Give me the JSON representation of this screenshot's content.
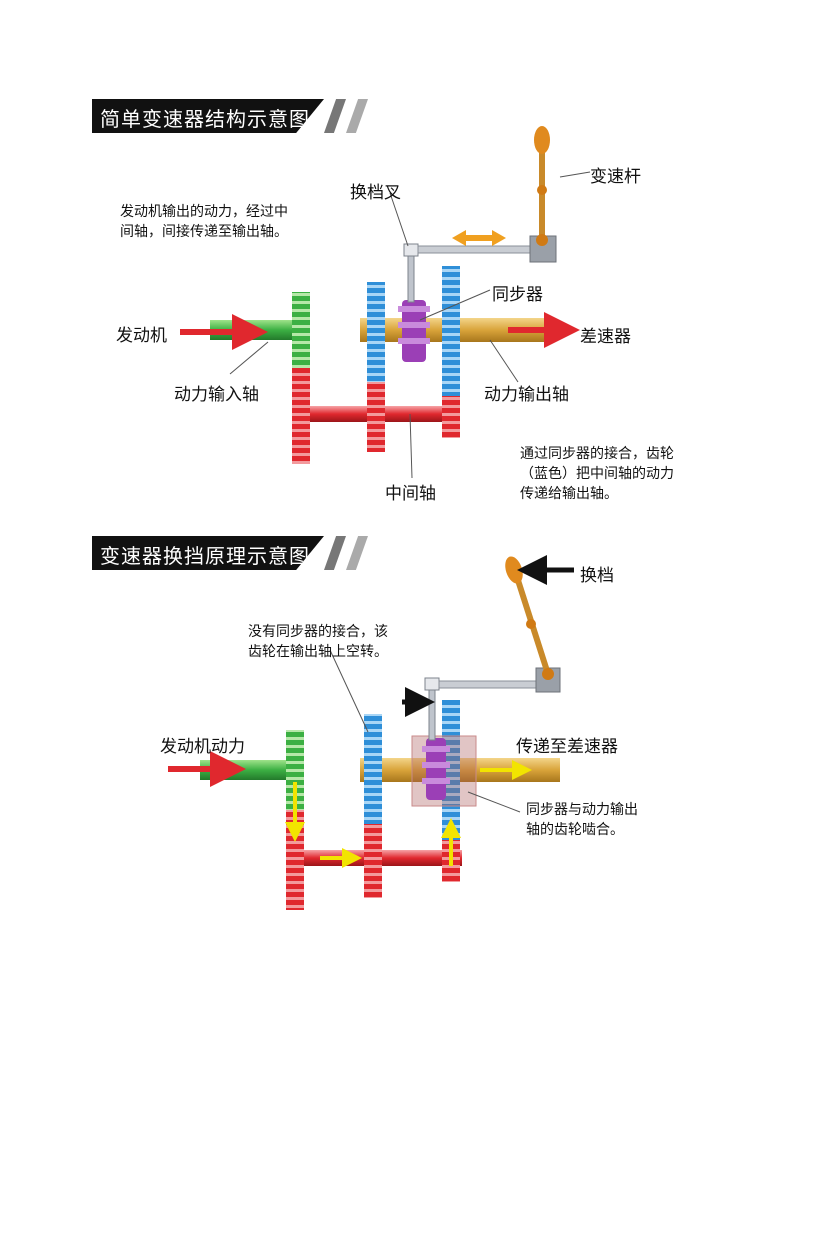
{
  "section1": {
    "title": "简单变速器结构示意图",
    "labels": {
      "shift_fork": "换档叉",
      "gear_lever": "变速杆",
      "synchronizer": "同步器",
      "engine": "发动机",
      "differential": "差速器",
      "input_shaft": "动力输入轴",
      "output_shaft": "动力输出轴",
      "countershaft": "中间轴"
    },
    "note_top": "发动机输出的动力，经过中\n间轴，间接传递至输出轴。",
    "note_bottom": "通过同步器的接合，齿轮\n（蓝色）把中间轴的动力\n传递给输出轴。"
  },
  "section2": {
    "title": "变速器换挡原理示意图",
    "labels": {
      "shift": "换档",
      "engine_power": "发动机动力",
      "to_differential": "传递至差速器"
    },
    "note_top": "没有同步器的接合，该\n齿轮在输出轴上空转。",
    "note_bottom": "同步器与动力输出\n轴的齿轮啮合。"
  },
  "colors": {
    "input_gear": "#3cb043",
    "counter_gear": "#e0282e",
    "output_gear": "#2f8fd8",
    "synchronizer": "#9b3fb6",
    "output_shaft": "#d9a43a",
    "lever": "#c98a2a",
    "power_arrow": "#e0282e",
    "flow_arrow": "#f2e400"
  }
}
